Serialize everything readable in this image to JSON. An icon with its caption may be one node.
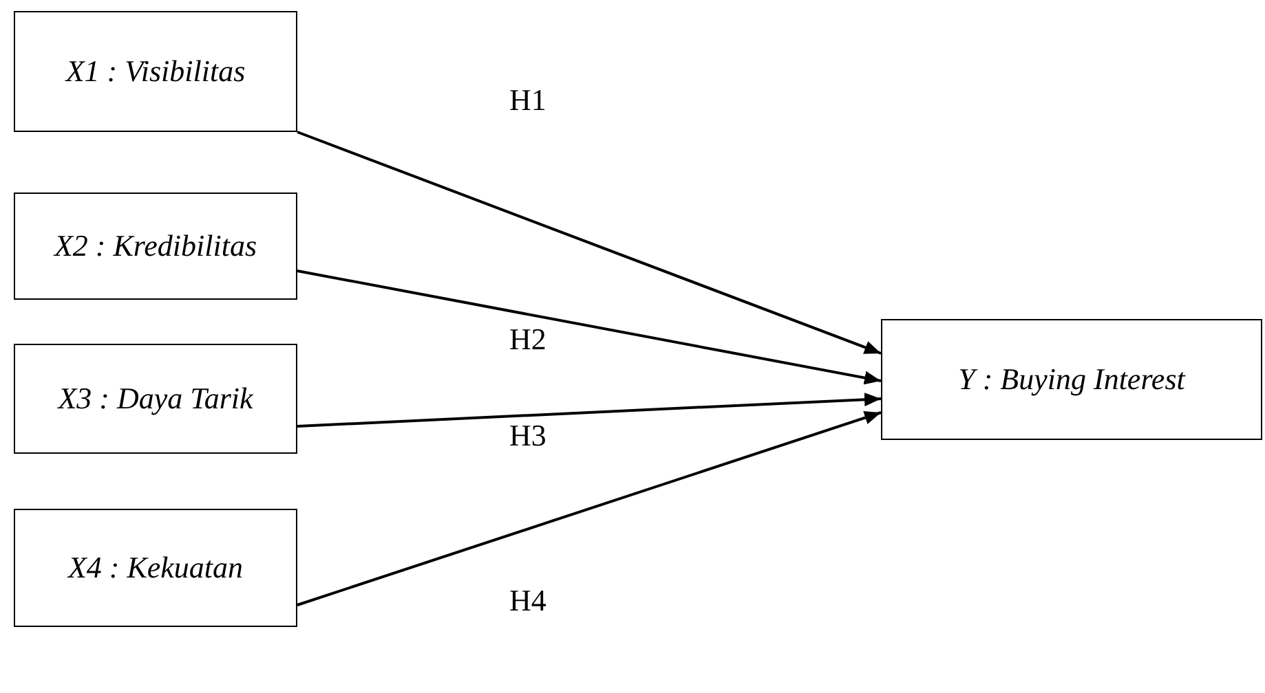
{
  "diagram": {
    "nodes": [
      {
        "text": [
          "X1 : Visibilitas"
        ]
      },
      {
        "text": [
          "X2 : Kredibilitas"
        ]
      },
      {
        "text": [
          "X3 : Daya Tarik"
        ]
      },
      {
        "text": [
          "X4 : Kekuatan"
        ]
      },
      {
        "text": [
          "Y : Buying Interest"
        ]
      }
    ],
    "edges": [
      {
        "from": 0,
        "to": 4,
        "arrow": "to",
        "label": "H1"
      },
      {
        "from": 1,
        "to": 4,
        "arrow": "to",
        "label": "H2"
      },
      {
        "from": 2,
        "to": 4,
        "arrow": "to",
        "label": "H3"
      },
      {
        "from": 3,
        "to": 4,
        "arrow": "to",
        "label": "H4"
      }
    ]
  }
}
